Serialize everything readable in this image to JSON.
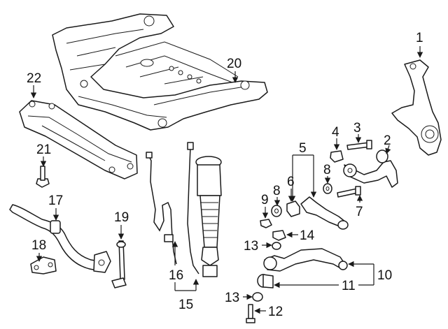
{
  "callouts": {
    "c1": "1",
    "c2": "2",
    "c3": "3",
    "c4": "4",
    "c5": "5",
    "c6": "6",
    "c7": "7",
    "c8a": "8",
    "c8b": "8",
    "c9": "9",
    "c10": "10",
    "c11": "11",
    "c12": "12",
    "c13a": "13",
    "c13b": "13",
    "c14": "14",
    "c15": "15",
    "c16": "16",
    "c17": "17",
    "c18": "18",
    "c19": "19",
    "c20": "20",
    "c21": "21",
    "c22": "22"
  }
}
